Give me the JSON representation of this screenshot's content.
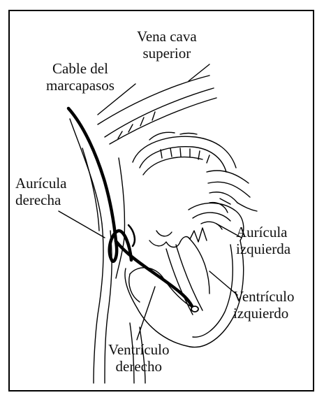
{
  "labels": {
    "vena_cava": [
      "Vena cava",
      "superior"
    ],
    "cable": [
      "Cable del",
      "marcapasos"
    ],
    "auricula_derecha": [
      "Aurícula",
      "derecha"
    ],
    "auricula_izquierda": [
      "Aurícula",
      "izquierda"
    ],
    "ventriculo_izquierdo": [
      "Ventrículo",
      "izquierdo"
    ],
    "ventriculo_derecho": [
      "Ventrículo",
      "derecho"
    ]
  },
  "colors": {
    "ink": "#000000",
    "background": "#ffffff"
  }
}
